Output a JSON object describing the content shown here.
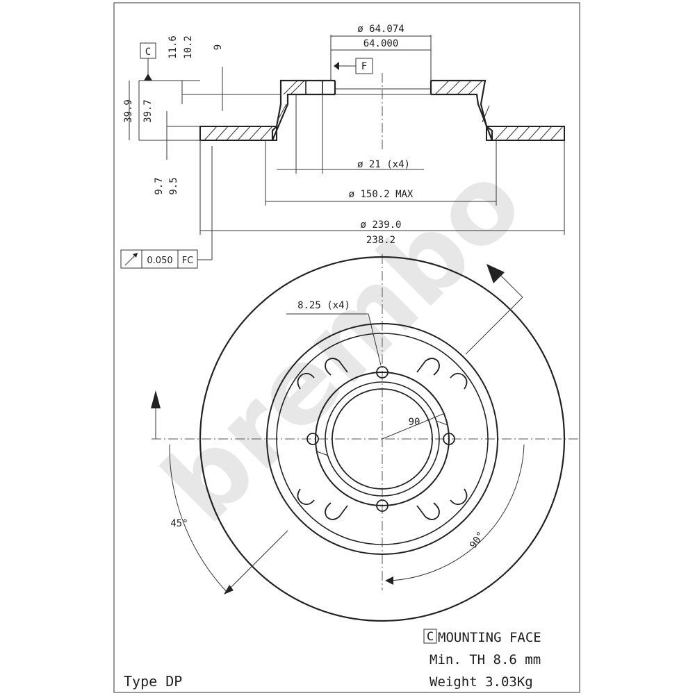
{
  "colors": {
    "ink": "#222222",
    "paper": "#ffffff",
    "watermark": "#d4d4d4"
  },
  "section_view": {
    "datum_c": "C",
    "datum_f": "F",
    "dims": {
      "d1": "ø 64.074",
      "d2": "64.000",
      "h_116": "11.6",
      "h_102": "10.2",
      "h_9": "9",
      "h_399": "39.9",
      "h_397": "39.7",
      "h_97": "9.7",
      "h_95": "9.5",
      "holes": "ø 21 (x4)",
      "hat": "ø 150.2 MAX",
      "outer1": "ø 239.0",
      "outer2": "238.2"
    },
    "tolerance": {
      "symbol": "runout-icon",
      "value": "0.050",
      "datum": "FC"
    }
  },
  "front_view": {
    "bolt_hole": "8.25 (x4)",
    "radius": "90",
    "angle1": "45°",
    "angle2": "90°"
  },
  "watermark": "brembo",
  "notes": {
    "c_box": "C",
    "mounting": "MOUNTING FACE",
    "min_th": "Min. TH 8.6  mm",
    "weight": "Weight  3.03Kg",
    "type": "Type DP"
  }
}
